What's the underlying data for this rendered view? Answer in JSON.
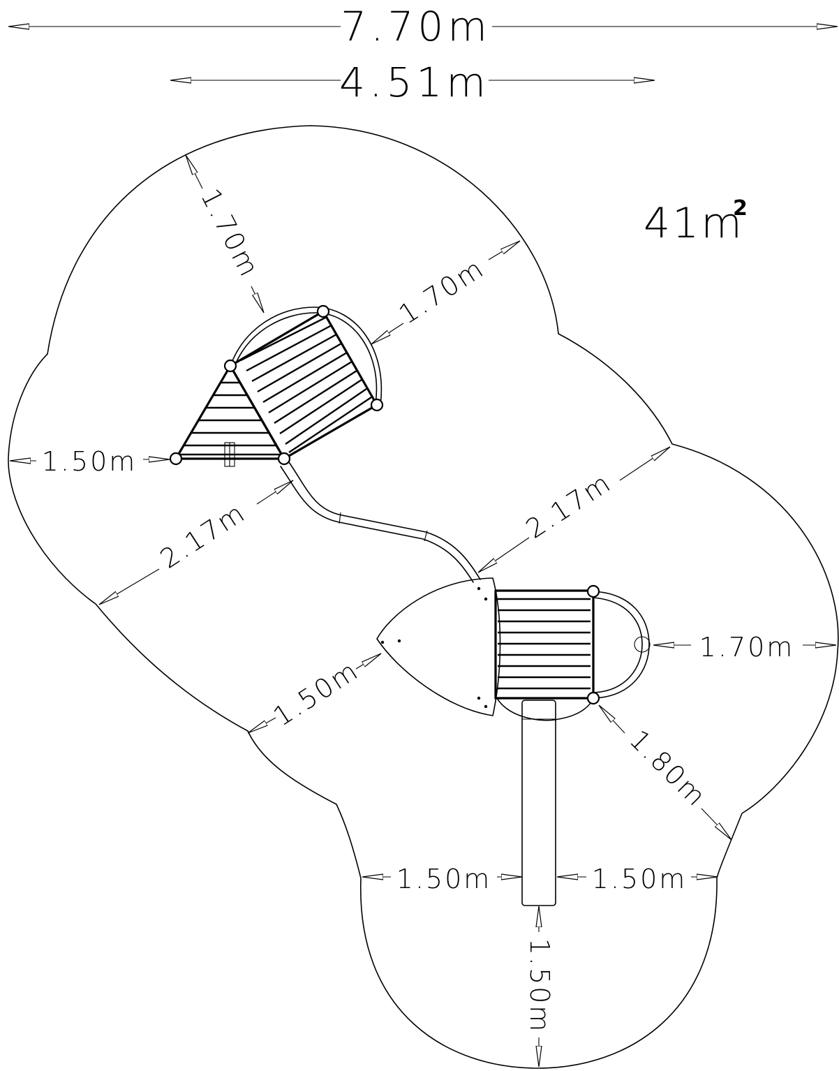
{
  "drawing": {
    "overall_width": "7.70m",
    "structure_width": "4.51m",
    "area_value": "41m",
    "area_unit_sup": "2"
  },
  "dimensions": {
    "upper_tower_radius": "1.70m",
    "upper_tower_side_radius": "1.70m",
    "upper_left_clearance": "1.50m",
    "slide_side_left": "2.17m",
    "slide_side_right": "2.17m",
    "lower_right_clearance": "1.70m",
    "lower_left_clearance": "1.50m",
    "lower_corner_clearance": "1.80m",
    "pole_left": "1.50m",
    "pole_right": "1.50m",
    "pole_bottom": "1.50m"
  },
  "colors": {
    "line": "#000000",
    "background": "#ffffff"
  }
}
